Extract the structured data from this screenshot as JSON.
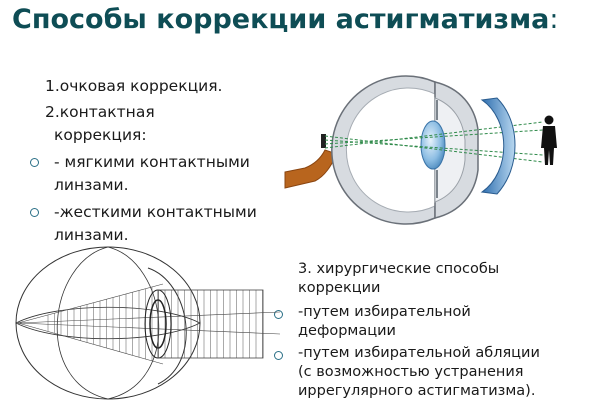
{
  "title": {
    "text": "Способы коррекции астигматизма",
    "colon": ":"
  },
  "left_list": {
    "item1": "1.очковая коррекция.",
    "item2_line1": "2.контактная",
    "item2_line2": "коррекция:",
    "sub1_line1": "- мягкими контактными",
    "sub1_line2": "линзами.",
    "sub2_line1": "-жесткими контактными",
    "sub2_line2": "линзами."
  },
  "right_list": {
    "heading_line1": "3. хирургические способы",
    "heading_line2": "коррекции",
    "sub1_line1": "-путем избирательной",
    "sub1_line2": "деформации",
    "sub2_line1": "-путем избирательной абляции",
    "sub2_line2": "(с возможностью устранения",
    "sub2_line3": "иррегулярного астигматизма)."
  },
  "colors": {
    "title": "#0e4d55",
    "bullet": "#2a6f86",
    "lens_blue": "#6fa8dc",
    "optic_nerve": "#b8651e"
  },
  "icons": [
    "eye-cross-section-illustration",
    "spectacle-lens-icon",
    "person-silhouette-icon",
    "astigmatic-eye-wireframe-diagram"
  ]
}
